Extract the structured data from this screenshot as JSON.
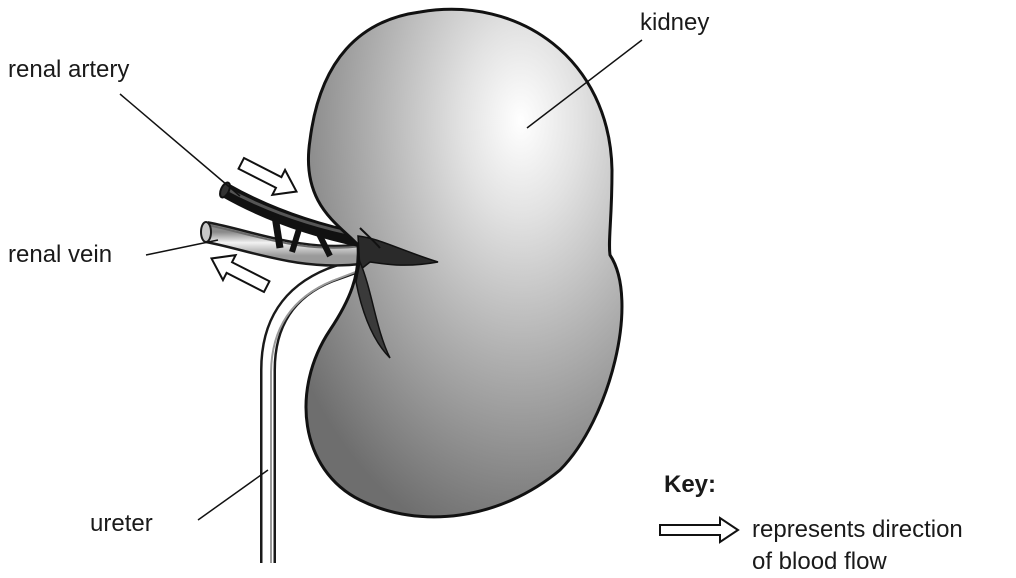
{
  "labels": {
    "kidney": "kidney",
    "renal_artery": "renal artery",
    "renal_vein": "renal vein",
    "ureter": "ureter"
  },
  "key": {
    "title": "Key:",
    "line1": "represents direction",
    "line2": "of blood flow"
  }
}
